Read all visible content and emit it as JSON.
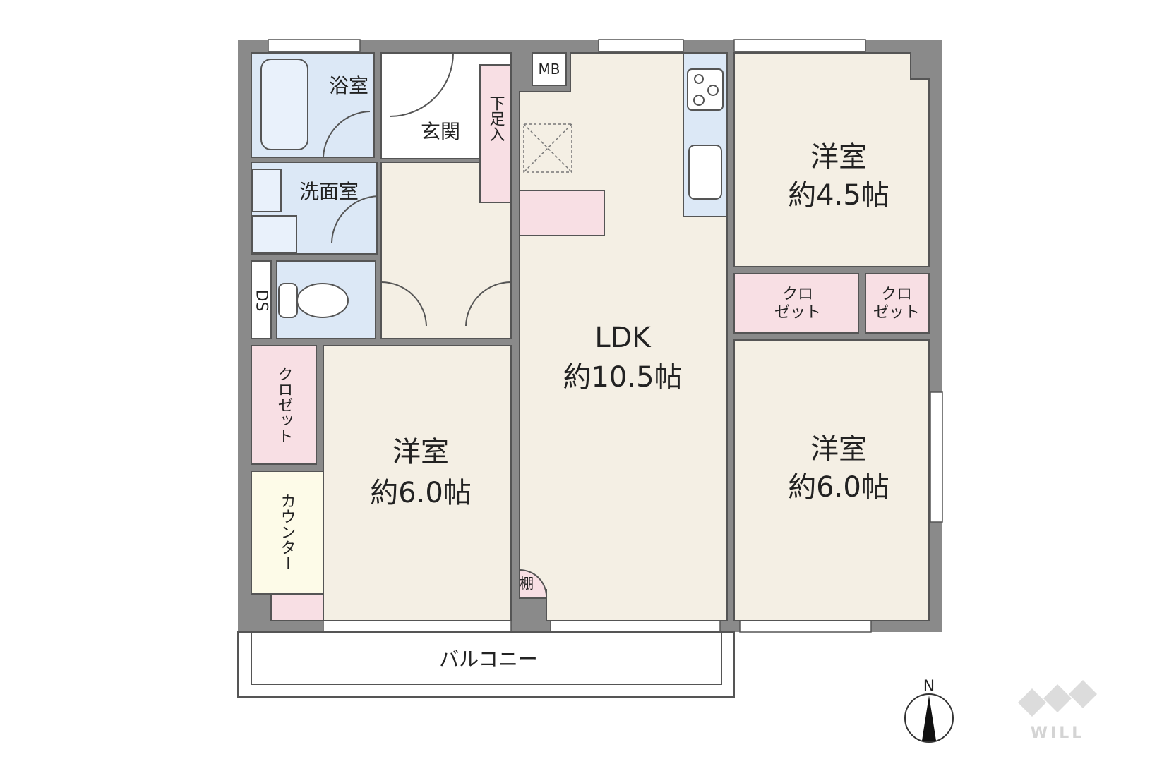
{
  "rooms": {
    "bath": "浴室",
    "entrance": "玄関",
    "shoe_storage": "下足入",
    "washroom": "洗面室",
    "ds": "DS",
    "mb": "MB",
    "closet_left": "クロゼット",
    "counter": "カウンター",
    "western_left_name": "洋室",
    "western_left_size": "約6.0帖",
    "ldk_name": "LDK",
    "ldk_size": "約10.5帖",
    "shelf": "棚",
    "western_tr_name": "洋室",
    "western_tr_size": "約4.5帖",
    "closet_mid_line1": "クロ",
    "closet_mid_line2": "ゼット",
    "closet_right_line1": "クロ",
    "closet_right_line2": "ゼット",
    "western_br_name": "洋室",
    "western_br_size": "約6.0帖",
    "balcony": "バルコニー"
  },
  "compass": {
    "north": "N"
  },
  "logo": {
    "text": "WILL"
  },
  "colors": {
    "wall": "#8a8a8a",
    "room": "#f4efe4",
    "wet": "#dce8f6",
    "storage": "#f8dfe4",
    "counter": "#fdfbe8"
  }
}
